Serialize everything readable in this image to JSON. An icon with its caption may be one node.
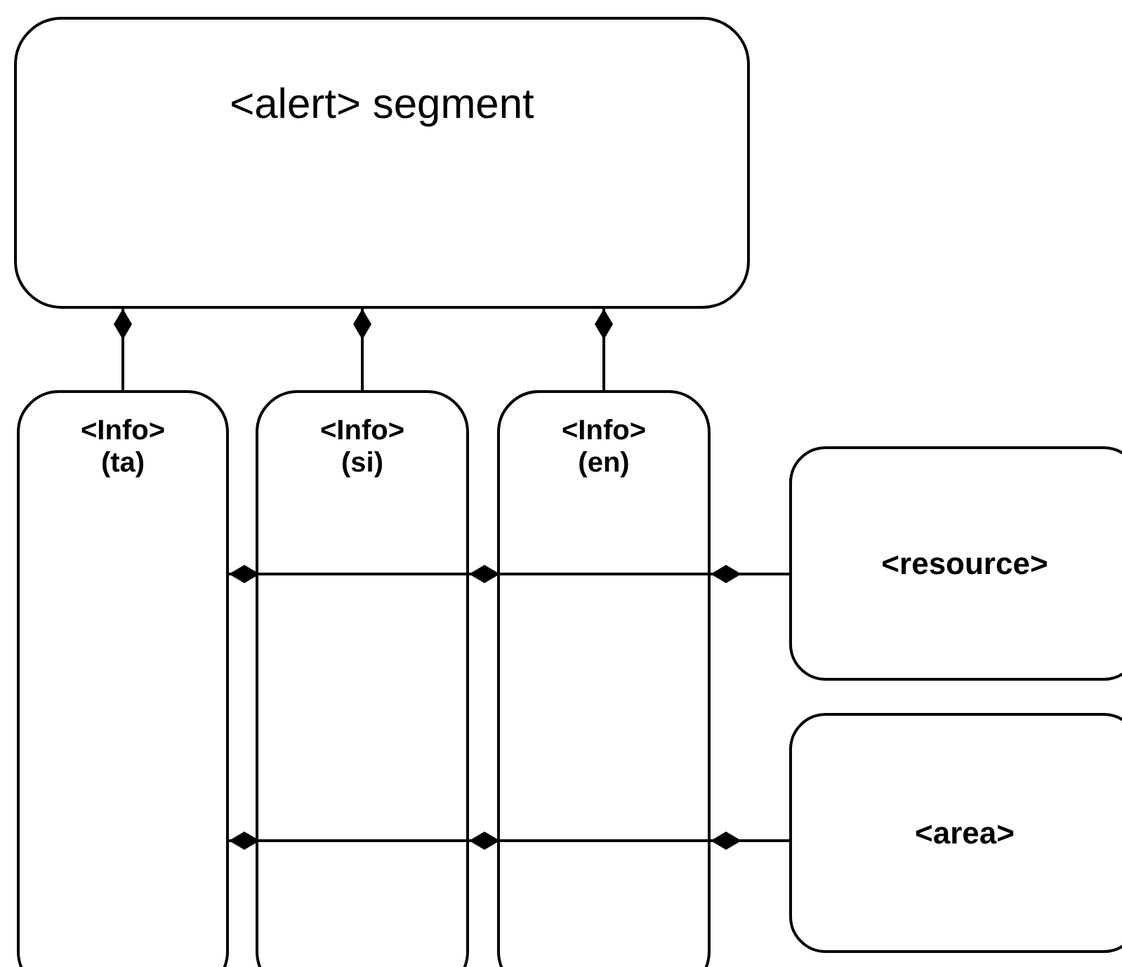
{
  "diagram": {
    "nodes": [
      {
        "text": [
          "<alert> segment"
        ]
      },
      {
        "text": [
          "<Info> (ta)"
        ]
      },
      {
        "text": [
          "<Info> (si)"
        ]
      },
      {
        "text": [
          "<Info> (en)"
        ]
      },
      {
        "text": [
          "<resource>"
        ]
      },
      {
        "text": [
          "<area>"
        ]
      }
    ],
    "edges": [
      {
        "from": 1,
        "to": 0,
        "arrow": "other"
      },
      {
        "from": 2,
        "to": 0,
        "arrow": "other"
      },
      {
        "from": 3,
        "to": 0,
        "arrow": "other"
      },
      {
        "from": 4,
        "to": 3,
        "arrow": "other"
      },
      {
        "from": 4,
        "to": 2,
        "arrow": "other"
      },
      {
        "from": 4,
        "to": 1,
        "arrow": "other"
      },
      {
        "from": 5,
        "to": 3,
        "arrow": "other"
      },
      {
        "from": 5,
        "to": 2,
        "arrow": "other"
      },
      {
        "from": 5,
        "to": 1,
        "arrow": "other"
      }
    ]
  }
}
